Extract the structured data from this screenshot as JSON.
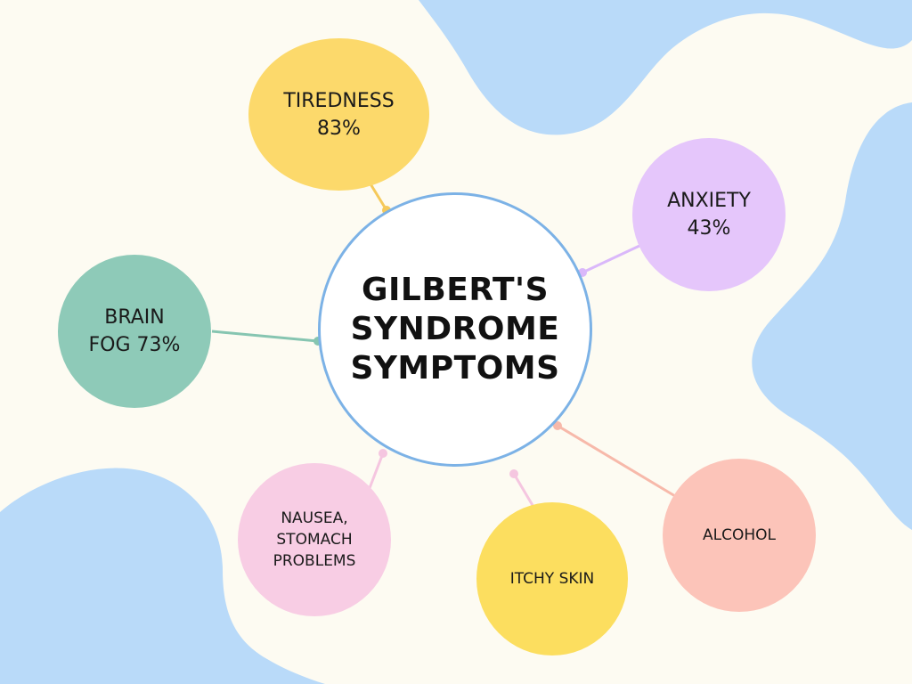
{
  "center": {
    "title": "GILBERT'S\nSYNDROME\nSYMPTOMS",
    "border_color": "#7cb2e6"
  },
  "nodes": [
    {
      "id": "tiredness",
      "label": "TIREDNESS\n83%",
      "color": "#fcd96b",
      "connector_color": "#f5c95a"
    },
    {
      "id": "anxiety",
      "label": "ANXIETY\n43%",
      "color": "#e5c6fb",
      "connector_color": "#dab8fa"
    },
    {
      "id": "brain-fog",
      "label": "BRAIN\nFOG 73%",
      "color": "#8ecab8",
      "connector_color": "#86c5b1"
    },
    {
      "id": "nausea",
      "label": "NAUSEA,\nSTOMACH\nPROBLEMS",
      "color": "#f8cde4",
      "connector_color": "#f5c6e0"
    },
    {
      "id": "itchy-skin",
      "label": "ITCHY SKIN",
      "color": "#fcde5f",
      "connector_color": "#f5c6e0"
    },
    {
      "id": "alcohol",
      "label": "ALCOHOL",
      "color": "#fcc4b9",
      "connector_color": "#f7b9aa"
    }
  ],
  "background": {
    "base": "#fdfbf2",
    "blob": "#b9daf9"
  }
}
